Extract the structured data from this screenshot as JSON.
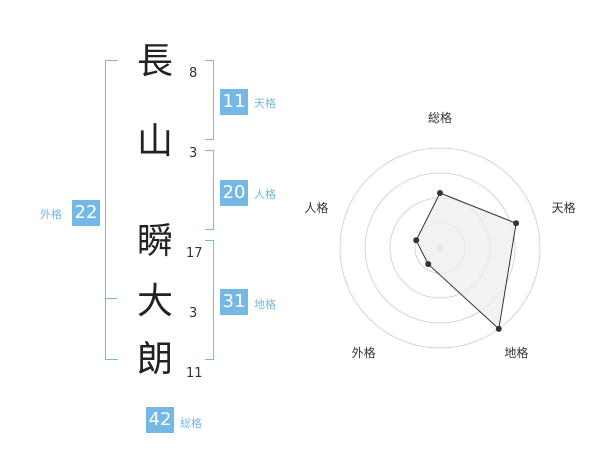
{
  "name": {
    "chars": [
      {
        "char": "長",
        "strokes": "8"
      },
      {
        "char": "山",
        "strokes": "3"
      },
      {
        "char": "瞬",
        "strokes": "17"
      },
      {
        "char": "大",
        "strokes": "3"
      },
      {
        "char": "朗",
        "strokes": "11"
      }
    ]
  },
  "fortune": {
    "tenkaku": {
      "value": "11",
      "label": "天格"
    },
    "jinkaku": {
      "value": "20",
      "label": "人格"
    },
    "chikaku": {
      "value": "31",
      "label": "地格"
    },
    "gaikaku": {
      "value": "22",
      "label": "外格"
    },
    "soukaku": {
      "value": "42",
      "label": "総格"
    }
  },
  "colors": {
    "accent": "#74b9e6",
    "polygon_fill": "#eeeeee",
    "grid": "#cccccc"
  },
  "chart_data": {
    "type": "radar",
    "axes": [
      "総格",
      "天格",
      "地格",
      "外格",
      "人格"
    ],
    "levels": 4,
    "max": 4,
    "values": [
      2.2,
      3.2,
      4.0,
      0.8,
      1.0
    ]
  }
}
